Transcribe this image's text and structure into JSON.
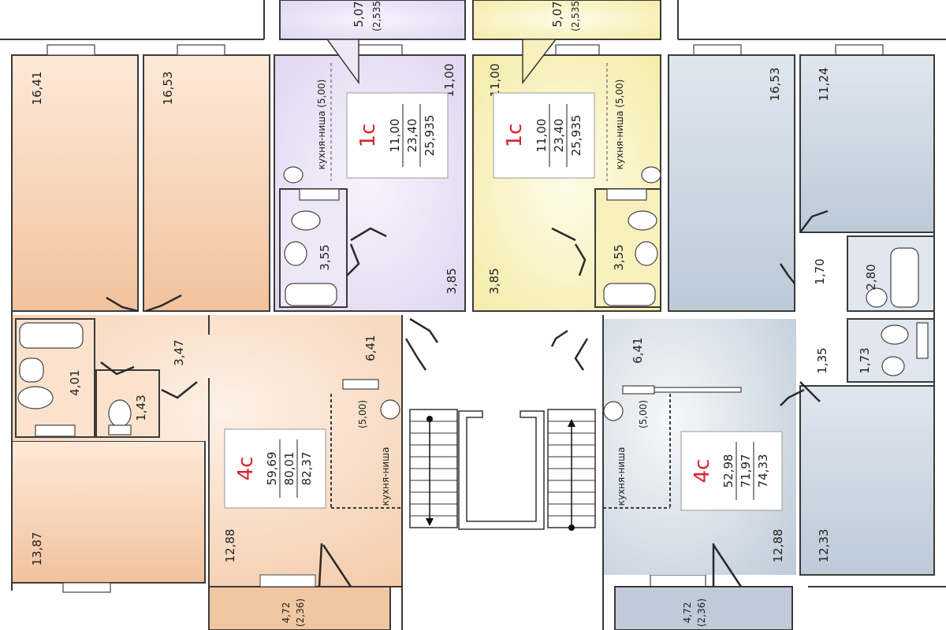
{
  "colors": {
    "orange": "#f6cfae",
    "orange_light": "#fbe6d4",
    "purple": "#e4dbf2",
    "purple_light": "#f2edf9",
    "yellow": "#f7f0b3",
    "yellow_light": "#fcf8db",
    "blue": "#c9d4e0",
    "blue_light": "#e6ecf2",
    "accent": "#d8232a"
  },
  "apartments": [
    {
      "id": "apt-1c-left",
      "type": "1с",
      "values": [
        "11,00",
        "23,40",
        "25,935"
      ]
    },
    {
      "id": "apt-1c-right",
      "type": "1с",
      "values": [
        "11,00",
        "23,40",
        "25,935"
      ]
    },
    {
      "id": "apt-4c-left",
      "type": "4с",
      "values": [
        "59,69",
        "80,01",
        "82,37"
      ]
    },
    {
      "id": "apt-4c-right",
      "type": "4с",
      "values": [
        "52,98",
        "71,97",
        "74,33"
      ]
    }
  ],
  "labels": {
    "r1": "16,41",
    "r2": "16,53",
    "r3": "13,87",
    "r4": "12,88",
    "r5": "3,47",
    "r6": "6,41",
    "r7": "4,01",
    "r8": "1,43",
    "r9": "11,00",
    "r10": "3,85",
    "r11": "3,55",
    "r12": "5,07",
    "r13": "(2,535)",
    "r14": "11,00",
    "r15": "3,85",
    "r16": "3,55",
    "r17": "5,07",
    "r18": "(2,535)",
    "r19": "16,53",
    "r20": "11,24",
    "r21": "1,70",
    "r22": "2,80",
    "r23": "1,35",
    "r24": "1,73",
    "r25": "6,41",
    "r26": "12,88",
    "r27": "12,33",
    "r28": "4,72",
    "r29": "(2,36)",
    "r30": "4,72",
    "r31": "(2,36)",
    "kitchen_a": "кухня-ниша (5,00)",
    "kitchen_b": "кухня-ниша (5,00)",
    "kitchen_c": "(5,00)",
    "kitchen_d": "кухня-ниша",
    "kitchen_e": "(5,00)",
    "kitchen_f": "кухня-ниша"
  }
}
